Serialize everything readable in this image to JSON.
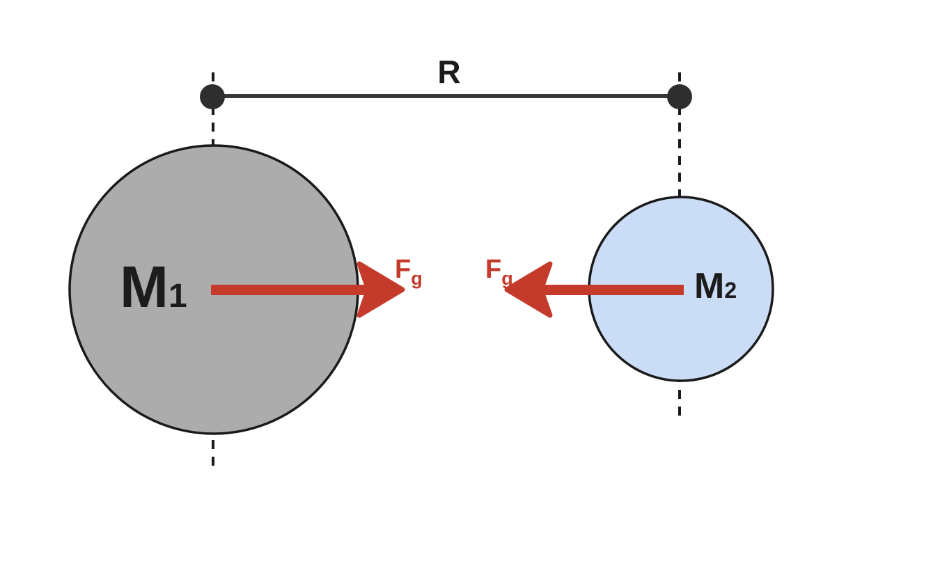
{
  "diagram": {
    "labels": {
      "distance": "R",
      "mass1": {
        "base": "M",
        "sub": "1"
      },
      "mass2": {
        "base": "M",
        "sub": "2"
      },
      "force_on_m1": {
        "base": "F",
        "sub": "g"
      },
      "force_on_m2": {
        "base": "F",
        "sub": "g"
      }
    },
    "colors": {
      "line": "#383838",
      "dot": "#2e2e2e",
      "dash": "#1a1a1a",
      "mass1_fill": "#ACACAC",
      "mass1_stroke": "#1a1a1a",
      "mass2_fill": "#CBDDF6",
      "mass2_stroke": "#1a1a1a",
      "force": "#C43A2B",
      "text": "#1C1C1C"
    }
  }
}
